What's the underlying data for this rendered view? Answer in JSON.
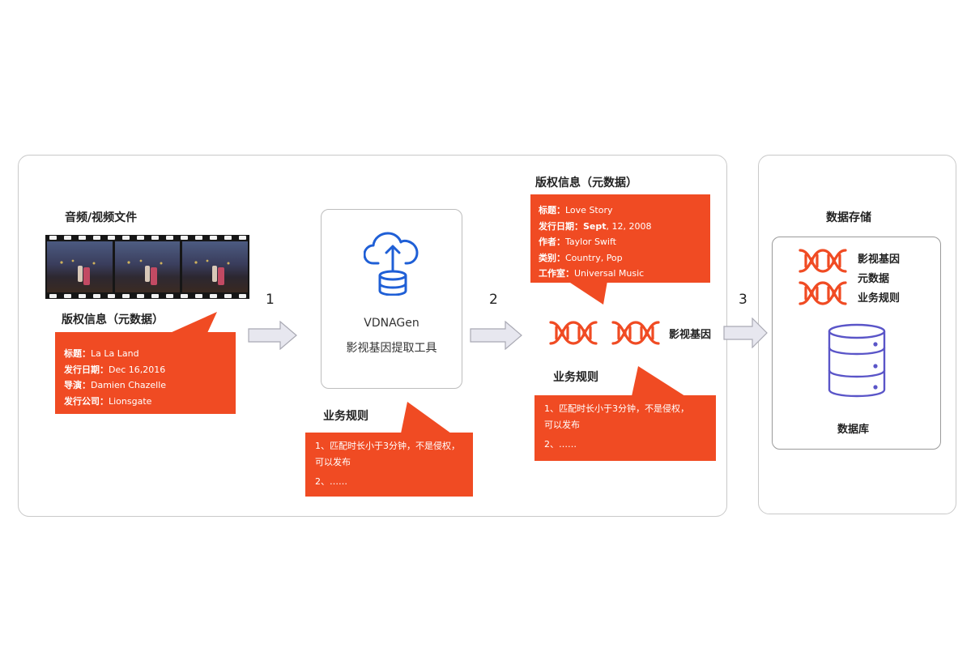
{
  "left_section": {
    "media_title": "音频/视频文件",
    "copyright_title": "版权信息（元数据）",
    "metadata": [
      {
        "key": "标题：",
        "value": "La La Land"
      },
      {
        "key": "发行日期：",
        "value": "Dec 16,2016"
      },
      {
        "key": "导演：",
        "value": "Damien Chazelle"
      },
      {
        "key": "发行公司：",
        "value": "Lionsgate"
      }
    ],
    "rules_title": "业务规则",
    "rules": [
      "1、匹配时长小于3分钟，不是侵权，",
      "可以发布",
      "2、……"
    ]
  },
  "tool": {
    "name": "VDNAGen",
    "subtitle": "影视基因提取工具"
  },
  "middle_section": {
    "copyright_title": "版权信息（元数据）",
    "metadata": [
      {
        "key": "标题：",
        "value": "Love Story"
      },
      {
        "key": "发行日期：",
        "value_bold": "Sept",
        "value": ", 12, 2008"
      },
      {
        "key": "作者：",
        "value": "Taylor Swift"
      },
      {
        "key": "类别：",
        "value": "Country, Pop"
      },
      {
        "key": "工作室：",
        "value": "Universal Music"
      }
    ],
    "gene_label": "影视基因",
    "rules_title": "业务规则",
    "rules": [
      "1、匹配时长小于3分钟，不是侵权，",
      "可以发布",
      "2、……"
    ]
  },
  "steps": [
    "1",
    "2",
    "3"
  ],
  "storage": {
    "title": "数据存储",
    "items": [
      "影视基因",
      "元数据",
      "业务规则"
    ],
    "db_label": "数据库"
  },
  "colors": {
    "accent": "#f04b23",
    "icon_blue": "#1f5fd6",
    "db_blue": "#5a55c8",
    "border": "#c9c9c9"
  }
}
